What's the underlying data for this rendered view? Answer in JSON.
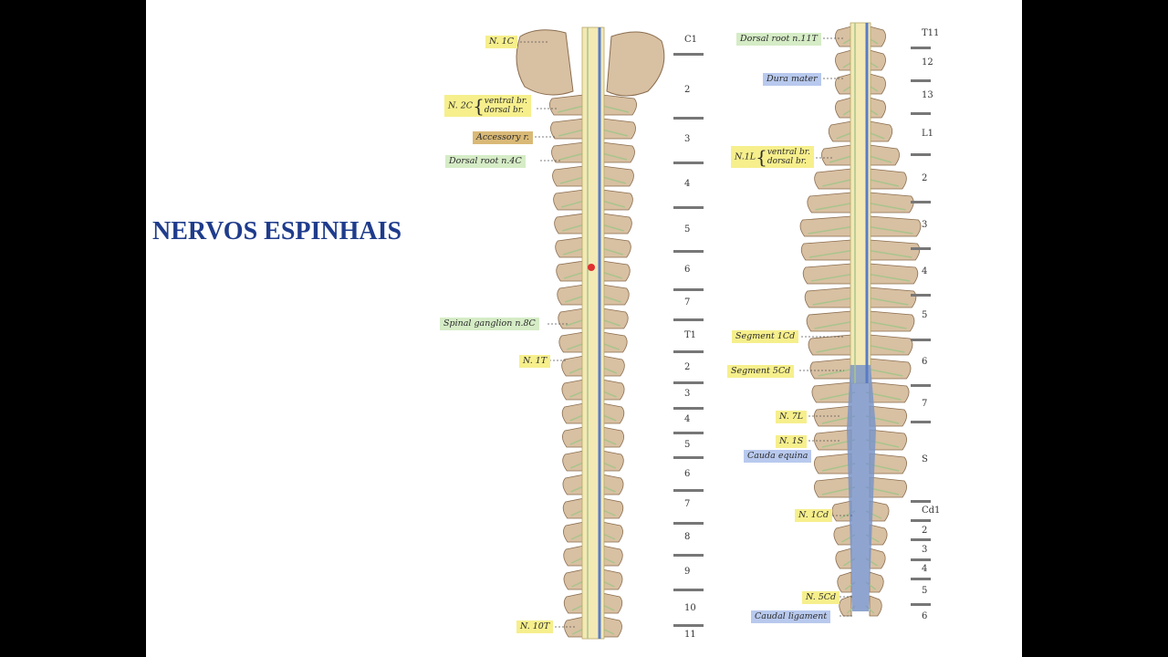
{
  "slide": {
    "title": "NERVOS ESPINHAIS"
  },
  "left_labels": {
    "n1c": "N. 1C",
    "n2c": "N. 2C",
    "ventral": "ventral br.",
    "dorsal": "dorsal br.",
    "accessory": "Accessory r.",
    "dorsal_root_4c": "Dorsal root n.4C",
    "spinal_ganglion": "Spinal ganglion n.8C",
    "n1t": "N. 1T",
    "n10t": "N. 10T"
  },
  "right_labels": {
    "dorsal_root_11t": "Dorsal root n.11T",
    "dura_mater": "Dura mater",
    "n1l": "N.1L",
    "ventral": "ventral br.",
    "dorsal": "dorsal br.",
    "segment_1cd": "Segment 1Cd",
    "segment_5cd": "Segment 5Cd",
    "n7l": "N. 7L",
    "n1s": "N. 1S",
    "cauda_equina": "Cauda equina",
    "n1cd": "N. 1Cd",
    "n5cd": "N. 5Cd",
    "caudal_ligament": "Caudal ligament"
  },
  "left_segments": [
    "C1",
    "2",
    "3",
    "4",
    "5",
    "6",
    "7",
    "T1",
    "2",
    "3",
    "4",
    "5",
    "6",
    "7",
    "8",
    "9",
    "10",
    "11"
  ],
  "right_segments": [
    "T11",
    "12",
    "13",
    "L1",
    "2",
    "3",
    "4",
    "5",
    "6",
    "7",
    "S",
    "Cd1",
    "2",
    "3",
    "4",
    "5",
    "6"
  ],
  "colors": {
    "title": "#1f3c8c",
    "bone": "#d8c0a2",
    "cord": "#f3e9b4",
    "vein": "#5a7cc6",
    "nerve": "#a9c48c"
  }
}
